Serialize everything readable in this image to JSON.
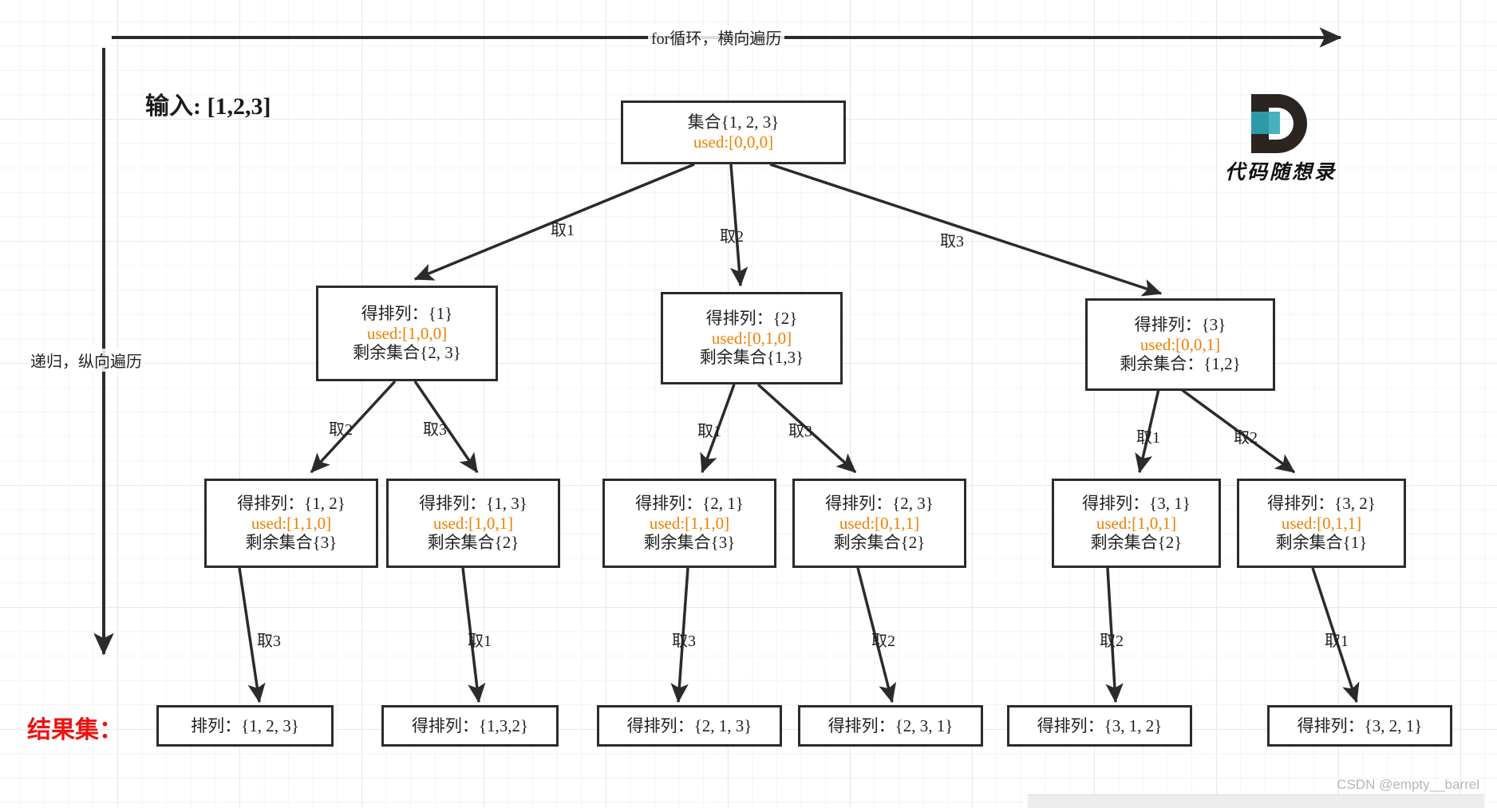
{
  "meta": {
    "input_label": "输入: [1,2,3]",
    "result_label": "结果集：",
    "watermark": "CSDN @empty__barrel",
    "logo_caption": "代码随想录",
    "logo_letter": "D",
    "accent_used_color": "#f08000",
    "result_label_color": "#ee1111",
    "node_border_color": "#2b2b2b"
  },
  "axes": {
    "horizontal_label": "for循环，横向遍历",
    "vertical_label": "递归，纵向遍历"
  },
  "chart_data": {
    "type": "tree",
    "title": "全排列回溯树 (输入 [1,2,3])",
    "root": {
      "line1": "集合{1, 2, 3}",
      "line2": "used:[0,0,0]"
    },
    "level1": [
      {
        "line1": "得排列：{1}",
        "line2": "used:[1,0,0]",
        "line3": "剩余集合{2, 3}",
        "edge": "取1"
      },
      {
        "line1": "得排列：{2}",
        "line2": "used:[0,1,0]",
        "line3": "剩余集合{1,3}",
        "edge": "取2"
      },
      {
        "line1": "得排列：{3}",
        "line2": "used:[0,0,1]",
        "line3": "剩余集合：{1,2}",
        "edge": "取3"
      }
    ],
    "level2": [
      {
        "line1": "得排列：{1, 2}",
        "line2": "used:[1,1,0]",
        "line3": "剩余集合{3}",
        "edge": "取2"
      },
      {
        "line1": "得排列：{1, 3}",
        "line2": "used:[1,0,1]",
        "line3": "剩余集合{2}",
        "edge": "取3"
      },
      {
        "line1": "得排列：{2, 1}",
        "line2": "used:[1,1,0]",
        "line3": "剩余集合{3}",
        "edge": "取1"
      },
      {
        "line1": "得排列：{2, 3}",
        "line2": "used:[0,1,1]",
        "line3": "剩余集合{2}",
        "edge": "取3"
      },
      {
        "line1": "得排列：{3, 1}",
        "line2": "used:[1,0,1]",
        "line3": "剩余集合{2}",
        "edge": "取1"
      },
      {
        "line1": "得排列：{3, 2}",
        "line2": "used:[0,1,1]",
        "line3": "剩余集合{1}",
        "edge": "取2"
      }
    ],
    "leaves": [
      {
        "text": "排列：{1, 2, 3}",
        "edge": "取3"
      },
      {
        "text": "得排列：{1,3,2}",
        "edge": "取1"
      },
      {
        "text": "得排列：{2, 1, 3}",
        "edge": "取3"
      },
      {
        "text": "得排列：{2, 3, 1}",
        "edge": "取2"
      },
      {
        "text": "得排列：{3, 1, 2}",
        "edge": "取2"
      },
      {
        "text": "得排列：{3, 2, 1}",
        "edge": "取1"
      }
    ]
  }
}
